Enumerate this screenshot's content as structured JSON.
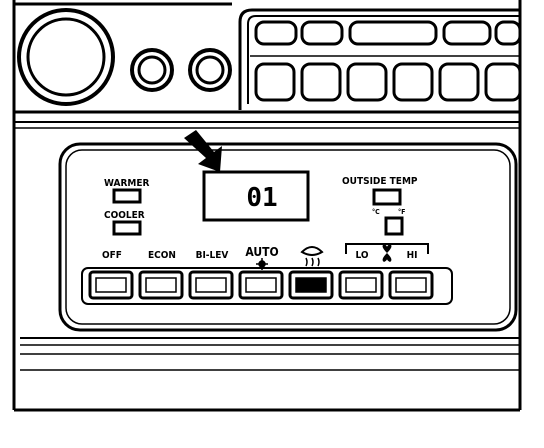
{
  "panel": {
    "warmer_label": "WARMER",
    "cooler_label": "COOLER",
    "outside_temp_label": "OUTSIDE TEMP",
    "celsius_label": "°C",
    "fahrenheit_label": "°F",
    "display_readout": "01"
  },
  "mode_buttons": [
    {
      "label": "OFF"
    },
    {
      "label": "ECON"
    },
    {
      "label": "BI-LEV"
    },
    {
      "label": "AUTO"
    },
    {
      "label": ""
    },
    {
      "label": "LO"
    },
    {
      "label": "HI"
    }
  ],
  "icons": {
    "defrost": "defrost-icon",
    "fan": "fan-icon",
    "arrow": "arrow-pointer-icon",
    "auto_indicator": "indicator-dot-icon"
  },
  "colors": {
    "ink": "#000000",
    "paper": "#ffffff"
  }
}
